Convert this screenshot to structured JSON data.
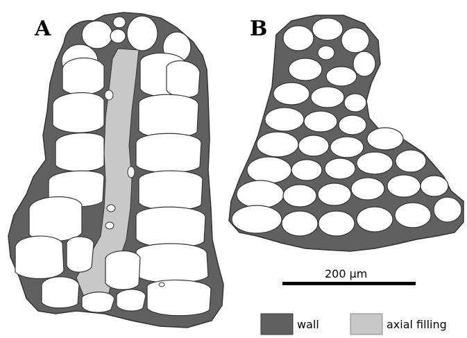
{
  "panels": {
    "a": "A",
    "b": "B"
  },
  "scale_bar": {
    "label": "200 µm"
  },
  "legend": {
    "wall": {
      "label": "wall",
      "color": "#606060"
    },
    "axial": {
      "label": "axial filling",
      "color": "#c8c8c8"
    }
  },
  "colors": {
    "wall": "#606060",
    "axial": "#c8c8c8",
    "outline": "#333333",
    "background": "#ffffff"
  }
}
